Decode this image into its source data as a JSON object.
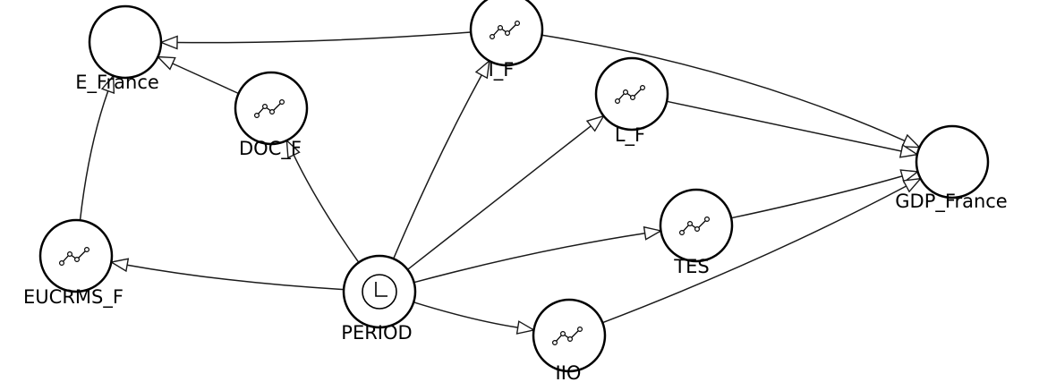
{
  "diagram": {
    "nodes": [
      {
        "id": "E_France",
        "label": "E_France",
        "kind": "blank"
      },
      {
        "id": "I_F",
        "label": "I_F",
        "kind": "series"
      },
      {
        "id": "DOC_F",
        "label": "DOC_F",
        "kind": "series"
      },
      {
        "id": "L_F",
        "label": "L_F",
        "kind": "series"
      },
      {
        "id": "GDP_France",
        "label": "GDP_France",
        "kind": "blank"
      },
      {
        "id": "TES",
        "label": "TES",
        "kind": "series"
      },
      {
        "id": "EUCRMS_F",
        "label": "EUCRMS_F",
        "kind": "series"
      },
      {
        "id": "PERIOD",
        "label": "PERIOD",
        "kind": "clock"
      },
      {
        "id": "IIO",
        "label": "IIO",
        "kind": "series"
      }
    ],
    "edges": [
      {
        "from": "I_F",
        "to": "E_France"
      },
      {
        "from": "DOC_F",
        "to": "E_France"
      },
      {
        "from": "EUCRMS_F",
        "to": "E_France"
      },
      {
        "from": "I_F",
        "to": "GDP_France"
      },
      {
        "from": "L_F",
        "to": "GDP_France"
      },
      {
        "from": "TES",
        "to": "GDP_France"
      },
      {
        "from": "IIO",
        "to": "GDP_France"
      },
      {
        "from": "PERIOD",
        "to": "I_F"
      },
      {
        "from": "PERIOD",
        "to": "DOC_F"
      },
      {
        "from": "PERIOD",
        "to": "L_F"
      },
      {
        "from": "PERIOD",
        "to": "TES"
      },
      {
        "from": "PERIOD",
        "to": "EUCRMS_F"
      },
      {
        "from": "PERIOD",
        "to": "IIO"
      }
    ]
  }
}
